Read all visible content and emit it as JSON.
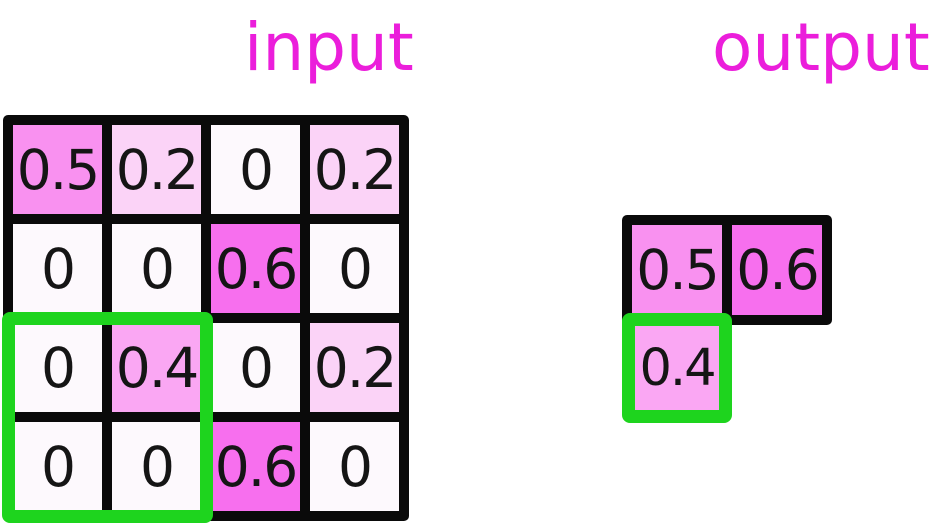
{
  "titles": {
    "input": "input",
    "output": "output"
  },
  "colors": {
    "title": "#EB1EDB",
    "grid_line": "#0A0A0A",
    "highlight_green": "#1ED41E",
    "cell_text": "#151515",
    "background": "#FFFFFF",
    "value_scale": {
      "0": "#FDF9FD",
      "0.2": "#FBD3F7",
      "0.4": "#FAA7F3",
      "0.5": "#F991F0",
      "0.6": "#F76FEE"
    }
  },
  "input_grid": {
    "rows": [
      [
        "0.5",
        "0.2",
        "0",
        "0.2"
      ],
      [
        "0",
        "0",
        "0.6",
        "0"
      ],
      [
        "0",
        "0.4",
        "0",
        "0.2"
      ],
      [
        "0",
        "0",
        "0.6",
        "0"
      ]
    ],
    "highlight_window": {
      "row_start": 3,
      "row_end": 4,
      "col_start": 1,
      "col_end": 2
    }
  },
  "output_grid": {
    "row1": [
      "0.5",
      "0.6"
    ],
    "highlighted_cell": "0.4"
  }
}
